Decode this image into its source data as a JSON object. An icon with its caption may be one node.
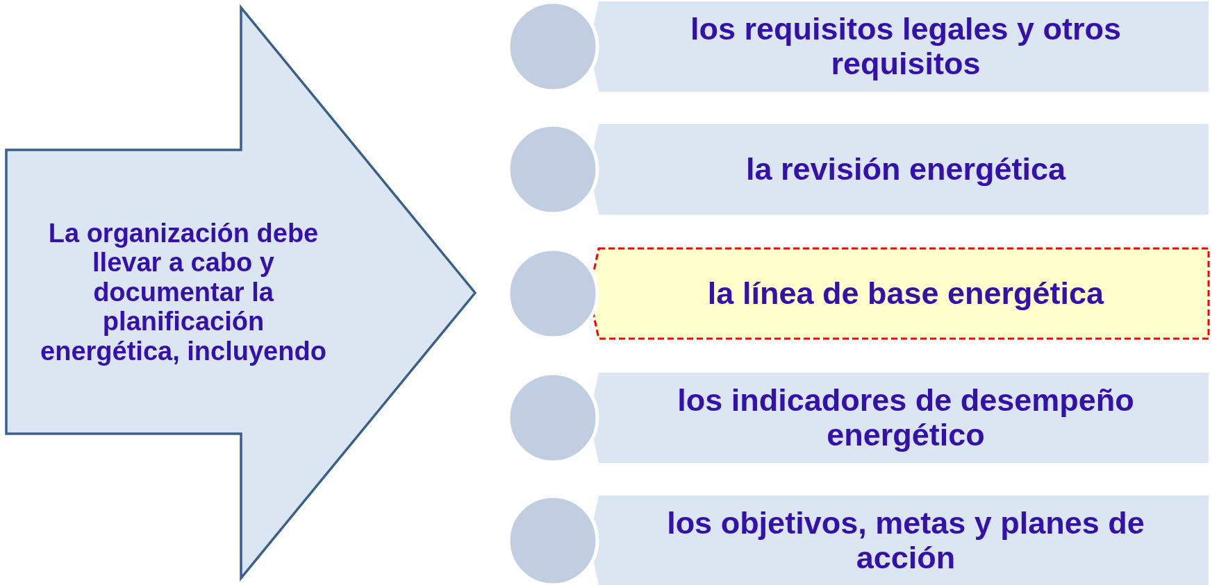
{
  "diagram": {
    "nodes": [
      {
        "text": [
          "La organización debe llevar a cabo y documentar la planificación energética, incluyendo"
        ]
      },
      {
        "text": [
          "los requisitos legales y otros requisitos"
        ]
      },
      {
        "text": [
          "la revisión energética"
        ]
      },
      {
        "text": [
          "la línea de base energética"
        ]
      },
      {
        "text": [
          "los indicadores de desempeño energético"
        ]
      },
      {
        "text": [
          "los objetivos, metas y planes de acción"
        ]
      },
      {
        "text": [],
        "shape": "circle"
      },
      {
        "text": [],
        "shape": "circle"
      },
      {
        "text": [],
        "shape": "circle"
      },
      {
        "text": [],
        "shape": "circle"
      },
      {
        "text": [],
        "shape": "circle"
      }
    ]
  }
}
